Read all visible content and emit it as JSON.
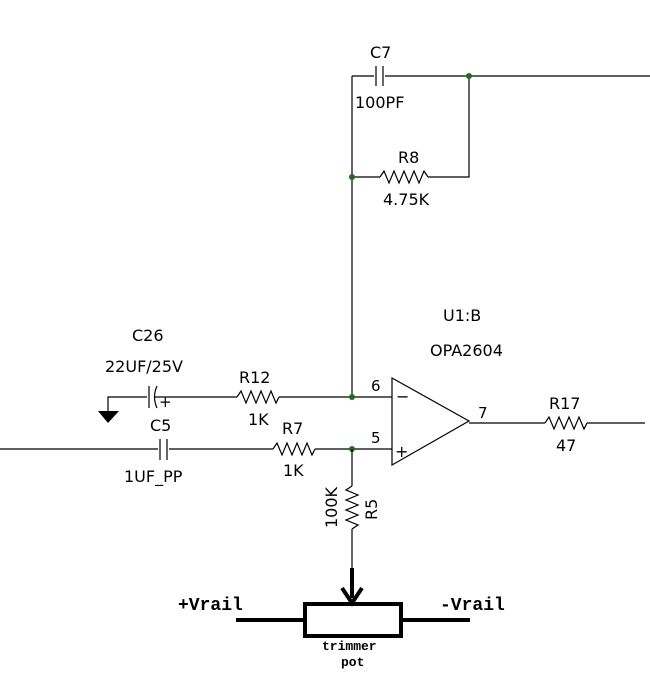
{
  "components": {
    "c7": {
      "ref": "C7",
      "value": "100PF"
    },
    "r8": {
      "ref": "R8",
      "value": "4.75K"
    },
    "c26": {
      "ref": "C26",
      "value": "22UF/25V"
    },
    "r12": {
      "ref": "R12",
      "value": "1K"
    },
    "c5": {
      "ref": "C5",
      "value": "1UF_PP"
    },
    "r7": {
      "ref": "R7",
      "value": "1K"
    },
    "r17": {
      "ref": "R17",
      "value": "47"
    },
    "r5": {
      "ref": "R5",
      "value": "100K"
    },
    "u1": {
      "ref": "U1:B",
      "value": "OPA2604"
    }
  },
  "pins": {
    "inv": "6",
    "noninv": "5",
    "out": "7",
    "minus_sign": "−",
    "plus_sign": "+",
    "cap_plus": "+"
  },
  "trimmer": {
    "left_label": "+Vrail",
    "right_label": "-Vrail",
    "caption_line1": "trimmer",
    "caption_line2": "pot"
  }
}
